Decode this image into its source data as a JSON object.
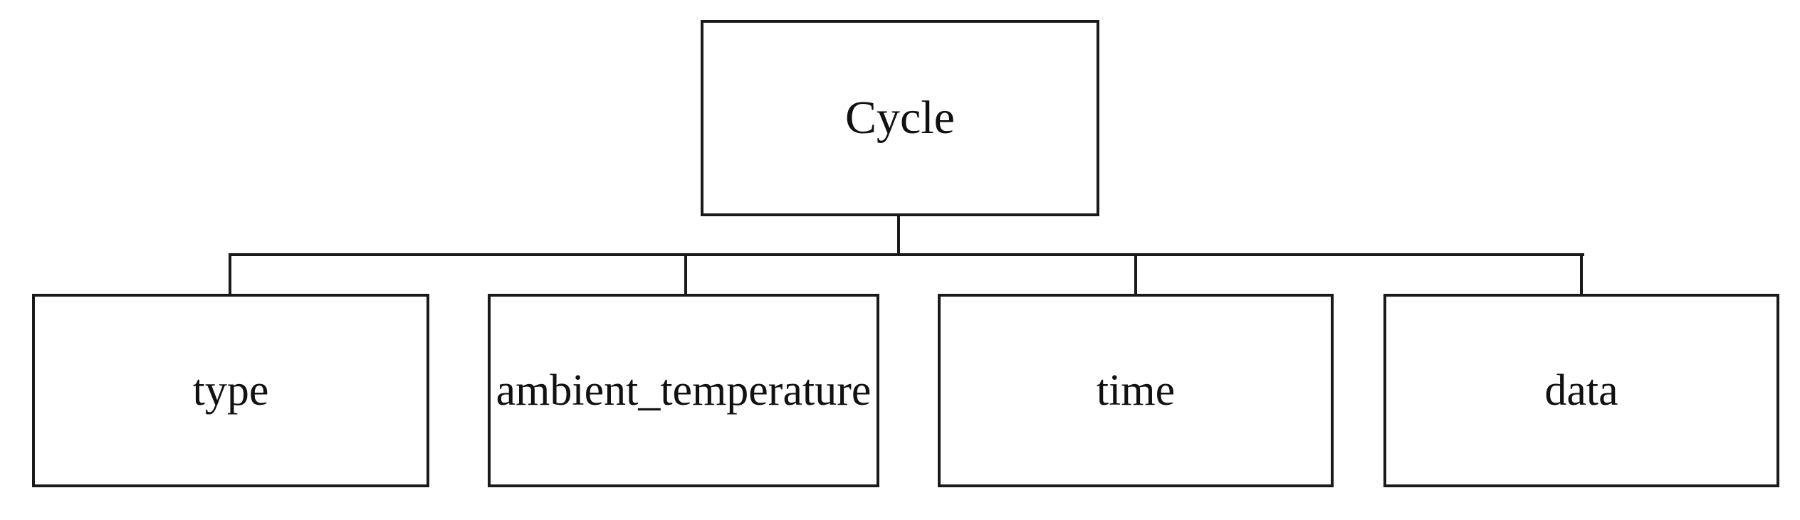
{
  "diagram": {
    "type": "tree",
    "root": {
      "label": "Cycle"
    },
    "children": [
      {
        "label": "type"
      },
      {
        "label": "ambient_temperature"
      },
      {
        "label": "time"
      },
      {
        "label": "data"
      }
    ],
    "colors": {
      "background": "#ffffff",
      "line": "#1a1a1a",
      "text": "#111111"
    }
  }
}
